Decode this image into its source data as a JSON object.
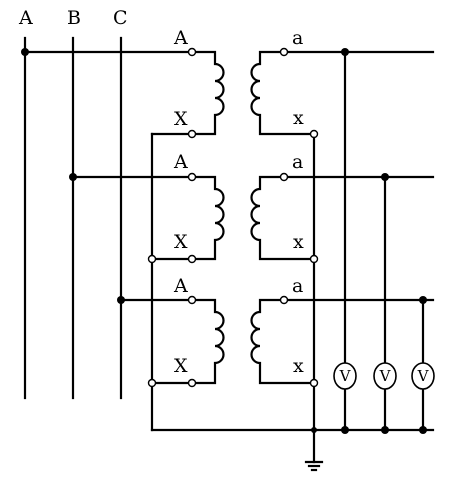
{
  "diagram": {
    "bus_labels": [
      "A",
      "B",
      "C"
    ],
    "primary_terminal_labels": {
      "start": "A",
      "end": "X"
    },
    "secondary_terminal_labels": {
      "start": "a",
      "end": "x"
    },
    "meter_label": "V",
    "transformer_count": 3,
    "meter_count": 3
  }
}
